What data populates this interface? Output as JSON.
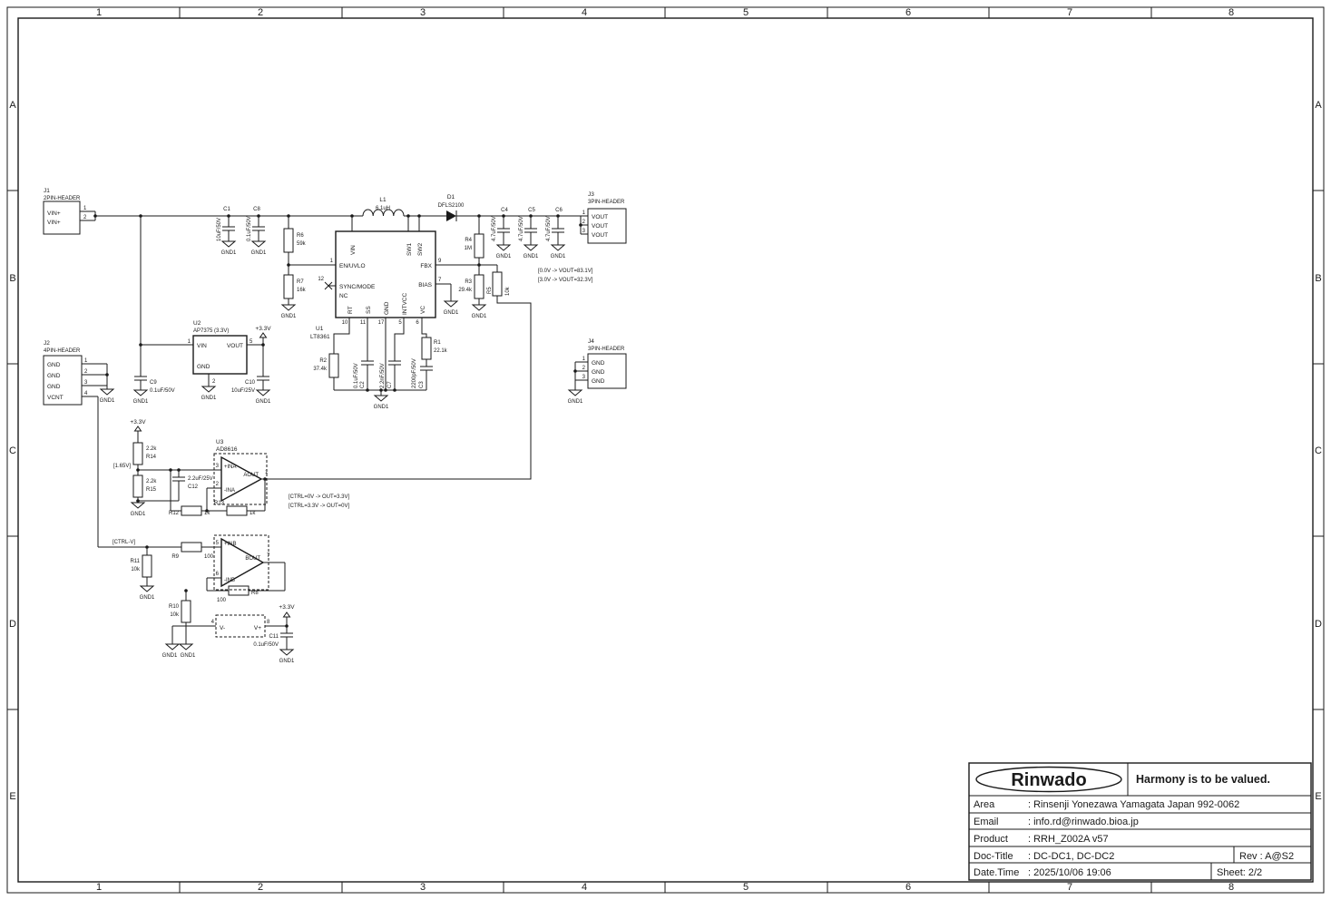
{
  "frame": {
    "columns": [
      "1",
      "2",
      "3",
      "4",
      "5",
      "6",
      "7",
      "8"
    ],
    "rows": [
      "A",
      "B",
      "C",
      "D",
      "E"
    ]
  },
  "title_block": {
    "brand": "Rinwado",
    "slogan": "Harmony is to be valued.",
    "rows": [
      {
        "label": "Area",
        "value": ": Rinsenji Yonezawa Yamagata Japan 992-0062"
      },
      {
        "label": "Email",
        "value": ": info.rd@rinwado.bioa.jp"
      },
      {
        "label": "Product",
        "value": ": RRH_Z002A v57"
      },
      {
        "label": "Doc-Title",
        "value": ": DC-DC1, DC-DC2"
      },
      {
        "label": "Date.Time",
        "value": ": 2025/10/06 19:06"
      }
    ],
    "rev": "Rev :  A@S2",
    "sheet": "Sheet:   2/2"
  },
  "nets": {
    "gnd": "GND1",
    "p3v3": "+3.3V",
    "ctrl": "[CTRL-V]"
  },
  "notes": {
    "vout_low": "[0.0V -> VOUT=83.1V]",
    "vout_high": "[3.0V -> VOUT=32.3V]",
    "ctrl_low": "[CTRL=0V -> OUT=3.3V]",
    "ctrl_high": "[CTRL=3.3V -> OUT=0V]",
    "vref": "[1.65V]"
  },
  "components": {
    "J1": {
      "ref": "J1",
      "type": "2PIN-HEADER",
      "pins": [
        "VIN+",
        "VIN+"
      ],
      "nums": [
        "1",
        "2"
      ]
    },
    "J2": {
      "ref": "J2",
      "type": "4PIN-HEADER",
      "pins": [
        "GND",
        "GND",
        "GND",
        "VCNT"
      ],
      "nums": [
        "1",
        "2",
        "3",
        "4"
      ]
    },
    "J3": {
      "ref": "J3",
      "type": "3PIN-HEADER",
      "pins": [
        "VOUT",
        "VOUT",
        "VOUT"
      ],
      "nums": [
        "1",
        "2",
        "3"
      ]
    },
    "J4": {
      "ref": "J4",
      "type": "3PIN-HEADER",
      "pins": [
        "GND",
        "GND",
        "GND"
      ],
      "nums": [
        "1",
        "2",
        "3"
      ]
    },
    "U1": {
      "ref": "U1",
      "value": "LT8361",
      "pins": {
        "vin": "VIN",
        "sw1": "SW1",
        "sw2": "SW2",
        "en": "EN/UVLO",
        "sync": "SYNC/MODE",
        "nc": "NC",
        "rt": "RT",
        "ss": "SS",
        "gnd": "GND",
        "intvcc": "INTVCC",
        "vc": "VC",
        "fbx": "FBX",
        "bias": "BIAS"
      },
      "nums": {
        "en": "1",
        "sync": "12",
        "fbx": "9",
        "bias": "7",
        "rt": "10",
        "ss": "11",
        "gnd": "17",
        "intvcc": "5",
        "vc": "6"
      }
    },
    "U2": {
      "ref": "U2",
      "value": "AP7375 (3.3V)",
      "pins": {
        "vin": "VIN",
        "vout": "VOUT",
        "gnd": "GND"
      },
      "nums": {
        "vin": "1",
        "vout": "5",
        "gnd": "2"
      }
    },
    "U3": {
      "ref": "U3",
      "value": "AD8616",
      "pins": {
        "ina_p": "+INA",
        "ina_n": "-INA",
        "aout": "AOUT",
        "inb_p": "+INB",
        "inb_n": "-INB",
        "bout": "BOUT",
        "vm": "V-",
        "vp": "V+"
      },
      "nums": {
        "ina_p": "3",
        "ina_n": "2",
        "aout": "1",
        "inb_p": "5",
        "inb_n": "6",
        "bout": "7",
        "vm": "4",
        "vp": "8"
      }
    },
    "L1": {
      "ref": "L1",
      "value": "6.1uH"
    },
    "D1": {
      "ref": "D1",
      "value": "DFLS2100"
    },
    "C1": {
      "ref": "C1",
      "value": "10uF/50V"
    },
    "C2": {
      "ref": "C2",
      "value": "0.1uF/50V"
    },
    "C3": {
      "ref": "C3",
      "value": "2200pF/50V"
    },
    "C4": {
      "ref": "C4",
      "value": "4.7uF/50V"
    },
    "C5": {
      "ref": "C5",
      "value": "4.7uF/50V"
    },
    "C6": {
      "ref": "C6",
      "value": "4.7uF/50V"
    },
    "C7": {
      "ref": "C7",
      "value": "2.2nF/50V"
    },
    "C8": {
      "ref": "C8",
      "value": "0.1uF/50V"
    },
    "C9": {
      "ref": "C9",
      "value": "0.1uF/50V"
    },
    "C10": {
      "ref": "C10",
      "value": "10uF/25V"
    },
    "C11": {
      "ref": "C11",
      "value": "0.1uF/50V"
    },
    "C12": {
      "ref": "C12",
      "value": "2.2uF/25V"
    },
    "R1": {
      "ref": "R1",
      "value": "22.1k"
    },
    "R2": {
      "ref": "R2",
      "value": "37.4k"
    },
    "R3": {
      "ref": "R3",
      "value": "29.4k"
    },
    "R4": {
      "ref": "R4",
      "value": "1M"
    },
    "R5": {
      "ref": "R5",
      "value": "10k"
    },
    "R6": {
      "ref": "R6",
      "value": "59k"
    },
    "R7": {
      "ref": "R7",
      "value": "16k"
    },
    "R8": {
      "ref": "R8",
      "value": "100"
    },
    "R9": {
      "ref": "R9",
      "value": "100"
    },
    "R10": {
      "ref": "R10",
      "value": "10k"
    },
    "R11": {
      "ref": "R11",
      "value": "10k"
    },
    "R12": {
      "ref": "R12",
      "value": "1k"
    },
    "R13": {
      "ref": "R13",
      "value": "1k"
    },
    "R14": {
      "ref": "R14",
      "value": "2.2k"
    },
    "R15": {
      "ref": "R15",
      "value": "2.2k"
    }
  }
}
